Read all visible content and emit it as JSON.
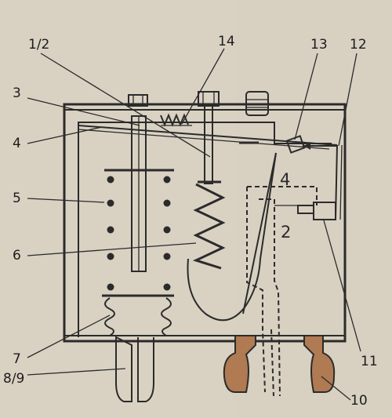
{
  "diagram": {
    "callouts": [
      {
        "id": "label-1-2",
        "text": "1/2"
      },
      {
        "id": "label-3",
        "text": "3"
      },
      {
        "id": "label-4",
        "text": "4"
      },
      {
        "id": "label-5",
        "text": "5"
      },
      {
        "id": "label-6",
        "text": "6"
      },
      {
        "id": "label-7",
        "text": "7"
      },
      {
        "id": "label-8-9",
        "text": "8/9"
      },
      {
        "id": "label-10",
        "text": "10"
      },
      {
        "id": "label-11",
        "text": "11"
      },
      {
        "id": "label-12",
        "text": "12"
      },
      {
        "id": "label-13",
        "text": "13"
      },
      {
        "id": "label-14",
        "text": "14"
      }
    ],
    "inner_labels": [
      {
        "id": "inner-label-4",
        "text": "4"
      },
      {
        "id": "inner-label-2",
        "text": "2"
      }
    ]
  },
  "colors": {
    "background": "#d9d2c3",
    "ink": "#2b2b2b",
    "seal": "#b07a52"
  }
}
